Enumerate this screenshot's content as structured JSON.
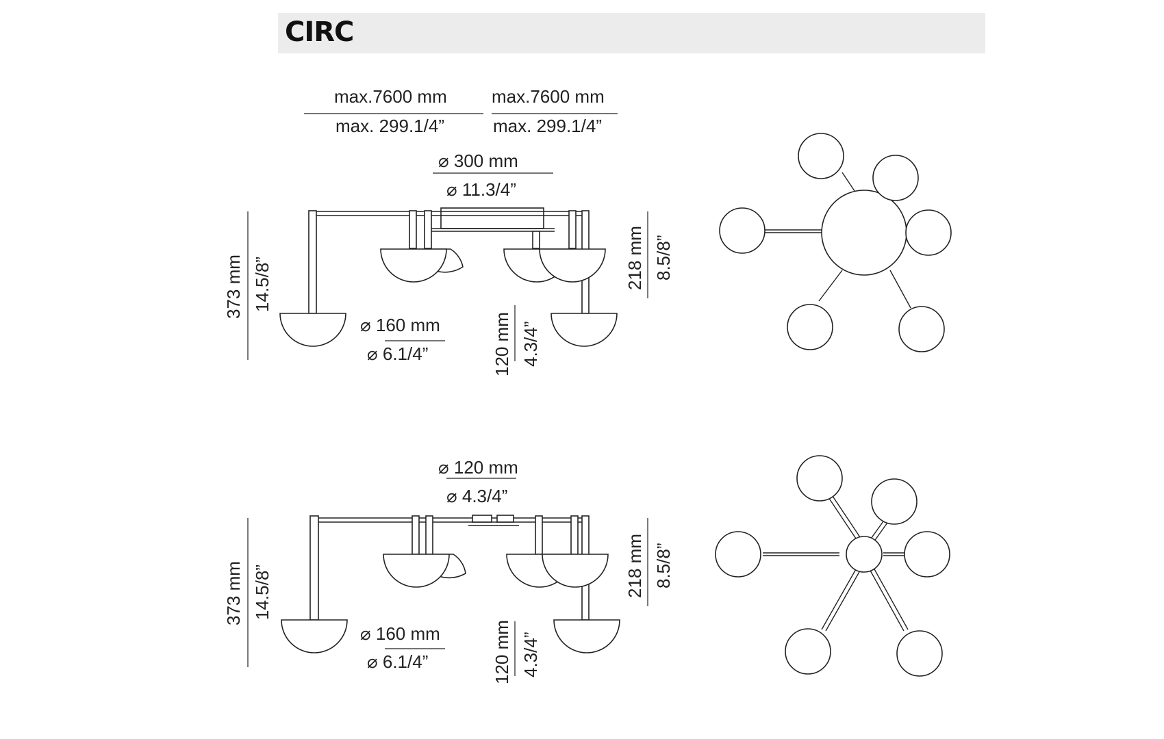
{
  "header": {
    "title": "CIRC"
  },
  "top_drawing": {
    "max_left_mm": "max.7600 mm",
    "max_left_in": "max. 299.1/4”",
    "max_right_mm": "max.7600 mm",
    "max_right_in": "max. 299.1/4”",
    "canopy_mm": "⌀  300 mm",
    "canopy_in": "⌀ 11.3/4”",
    "height_mm": "373 mm",
    "height_in": "14.5/8”",
    "shade_mm": "⌀ 160 mm",
    "shade_in": "⌀ 6.1/4”",
    "drop_mm": "120 mm",
    "drop_in": "4.3/4”",
    "upper_mm": "218 mm",
    "upper_in": "8.5/8”"
  },
  "bottom_drawing": {
    "canopy_mm": "⌀ 120 mm",
    "canopy_in": "⌀  4.3/4”",
    "height_mm": "373 mm",
    "height_in": "14.5/8”",
    "shade_mm": "⌀ 160 mm",
    "shade_in": "⌀ 6.1/4”",
    "drop_mm": "120 mm",
    "drop_in": "4.3/4”",
    "upper_mm": "218 mm",
    "upper_in": "8.5/8”"
  }
}
